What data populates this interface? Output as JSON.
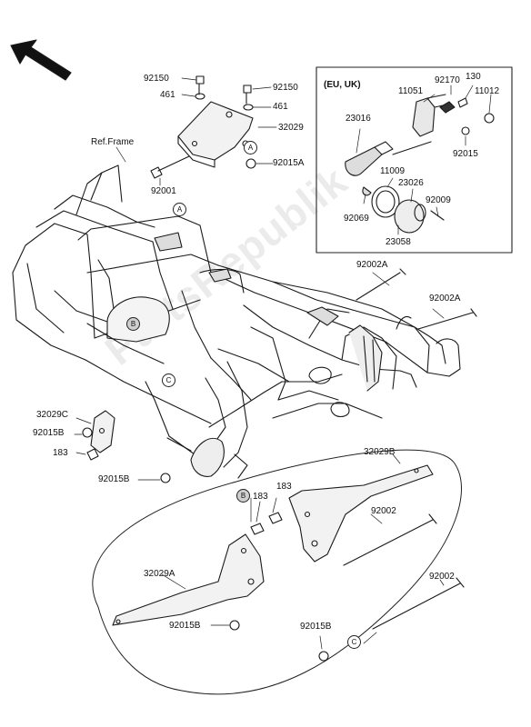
{
  "diagram": {
    "watermark": "PartsRepublik",
    "frame_reference": "Ref.Frame",
    "inset_title": "(EU, UK)",
    "labels": {
      "p92150a": "92150",
      "p461a": "461",
      "p92150b": "92150",
      "p461b": "461",
      "p32029": "32029",
      "p92015A": "92015A",
      "p92001": "92001",
      "p92170": "92170",
      "p130": "130",
      "p11051": "11051",
      "p11012": "11012",
      "p23016": "23016",
      "p92015i": "92015",
      "p11009": "11009",
      "p23026": "23026",
      "p92009": "92009",
      "p92069": "92069",
      "p23058": "23058",
      "p92002A1": "92002A",
      "p92002A2": "92002A",
      "p32029C": "32029C",
      "p92015Bc": "92015B",
      "p183c": "183",
      "p92015Bd": "92015B",
      "p32029B": "32029B",
      "p183e": "183",
      "p183f": "183",
      "p92002g": "92002",
      "p32029A": "32029A",
      "p92002h": "92002",
      "p92015Bi": "92015B",
      "p92015Bj": "92015B"
    },
    "refs": {
      "A1": "A",
      "A2": "A",
      "B1": "B",
      "B2": "B",
      "C1": "C",
      "C2": "C"
    }
  },
  "colors": {
    "line": "#1a1a1a",
    "shade": "#cfcfcf",
    "background": "#ffffff"
  }
}
